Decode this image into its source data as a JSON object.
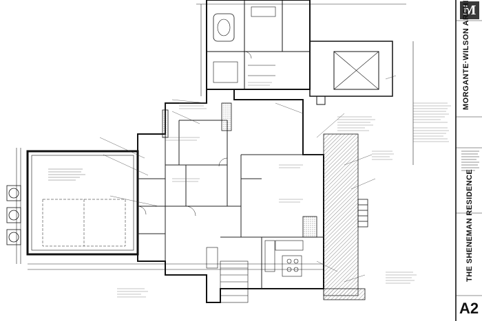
{
  "title_block": {
    "firm_name": "MORGANTE·WILSON ARCHITECTS, LTD",
    "logo_text": "M",
    "project_name": "THE SHENEMAN RESIDENCE",
    "sheet_number": "A2"
  },
  "colors": {
    "linework": "#111111",
    "hatch": "#8a8a8a",
    "logo": "#3a3a3a"
  }
}
